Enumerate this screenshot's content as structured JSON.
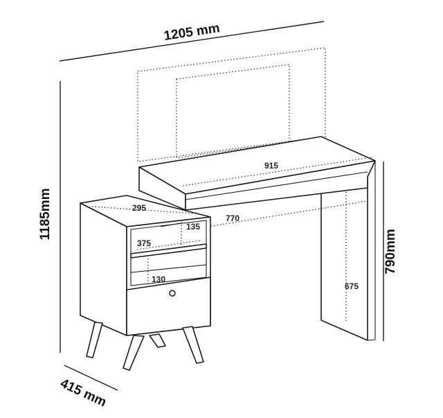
{
  "diagram": {
    "overall": {
      "width": "1205 mm",
      "height": "1185mm",
      "depth": "415 mm",
      "desk_height": "790mm"
    },
    "inner": {
      "desk_top_width": "915",
      "desk_span": "770",
      "knee_height": "675",
      "cabinet_top_width": "295",
      "upper_niche_height": "135",
      "middle_shelf_width": "375",
      "lower_niche_height": "130"
    }
  }
}
